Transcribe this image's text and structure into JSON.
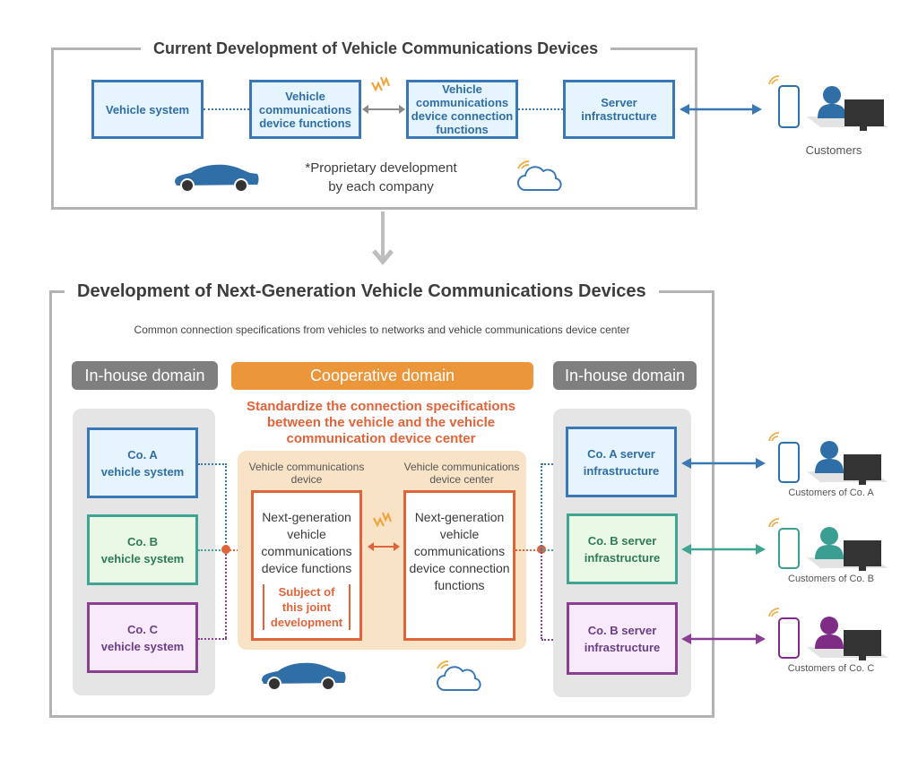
{
  "current": {
    "title": "Current Development of Vehicle Communications Devices",
    "boxes": [
      {
        "label": "Vehicle system"
      },
      {
        "label": "Vehicle communications device functions"
      },
      {
        "label": "Vehicle communications device connection functions"
      },
      {
        "label": "Server infrastructure"
      }
    ],
    "note_line1": "*Proprietary development",
    "note_line2": "by each company",
    "customers_label": "Customers"
  },
  "next": {
    "title": "Development of Next-Generation Vehicle Communications Devices",
    "subtitle": "Common connection specifications from vehicles to networks and vehicle communications device center",
    "domains": {
      "left": "In-house domain",
      "center": "Cooperative domain",
      "right": "In-house domain"
    },
    "standardize_line1": "Standardize the connection specifications",
    "standardize_line2": "between the vehicle and the vehicle",
    "standardize_line3": "communication device center",
    "vehicle_systems": [
      {
        "line1": "Co. A",
        "line2": "vehicle system",
        "color": "#3a78b5"
      },
      {
        "line1": "Co. B",
        "line2": "vehicle system",
        "color": "#3fa592"
      },
      {
        "line1": "Co. C",
        "line2": "vehicle system",
        "color": "#8a3f93"
      }
    ],
    "servers": [
      {
        "line1": "Co. A server",
        "line2": "infrastructure",
        "color": "#3a78b5"
      },
      {
        "line1": "Co. B server",
        "line2": "infrastructure",
        "color": "#3fa592"
      },
      {
        "line1": "Co. B server",
        "line2": "infrastructure",
        "color": "#8a3f93"
      }
    ],
    "device_caption_line1": "Vehicle communications",
    "device_caption_line2": "device",
    "center_caption_line1": "Vehicle communications",
    "center_caption_line2": "device center",
    "device_box": [
      "Next-generation",
      "vehicle",
      "communications",
      "device functions"
    ],
    "subject": [
      "Subject of",
      "this joint",
      "development"
    ],
    "center_box": [
      "Next-generation",
      "vehicle",
      "communications",
      "device connection",
      "functions"
    ],
    "customers": [
      {
        "label": "Customers of Co. A",
        "color": "#2f6ea6"
      },
      {
        "label": "Customers of Co. B",
        "color": "#3a9e93"
      },
      {
        "label": "Customers of Co. C",
        "color": "#7e2c86"
      }
    ]
  },
  "colors": {
    "blue": "#3a78b5",
    "orange": "#e0643a",
    "cooperative": "#eb963a",
    "inhouse": "#7f7f7f",
    "signal": "#f0b04a"
  },
  "icons": [
    "car-icon",
    "cloud-icon",
    "signal-icon",
    "lightning-icon",
    "smartphone-icon",
    "person-icon",
    "monitor-icon",
    "down-arrow-icon",
    "double-arrow-icon"
  ]
}
